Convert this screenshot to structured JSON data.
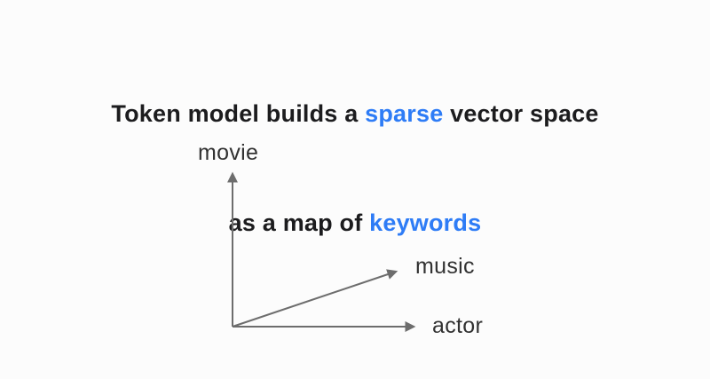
{
  "page": {
    "background_color": "#fcfcfc",
    "kind": "presentation-slide"
  },
  "title": {
    "line1_prefix": "Token model builds a ",
    "line1_highlight": "sparse",
    "line1_suffix": " vector space",
    "line2_prefix": "as a map of ",
    "line2_highlight": "keywords",
    "full_text": "Token model builds a sparse vector space as a map of keywords"
  },
  "colors": {
    "highlight_blue": "#2e7cf6",
    "title_dark": "#1c1c1e",
    "axis_gray": "#6d6d6d",
    "label_dark": "#323232"
  },
  "diagram": {
    "type": "vector-space-axes",
    "description": "Three arrows from a common origin representing keyword dimensions in a sparse vector space",
    "vectors": [
      {
        "label": "movie",
        "direction": "up"
      },
      {
        "label": "music",
        "direction": "up-right-diagonal"
      },
      {
        "label": "actor",
        "direction": "right"
      }
    ]
  }
}
